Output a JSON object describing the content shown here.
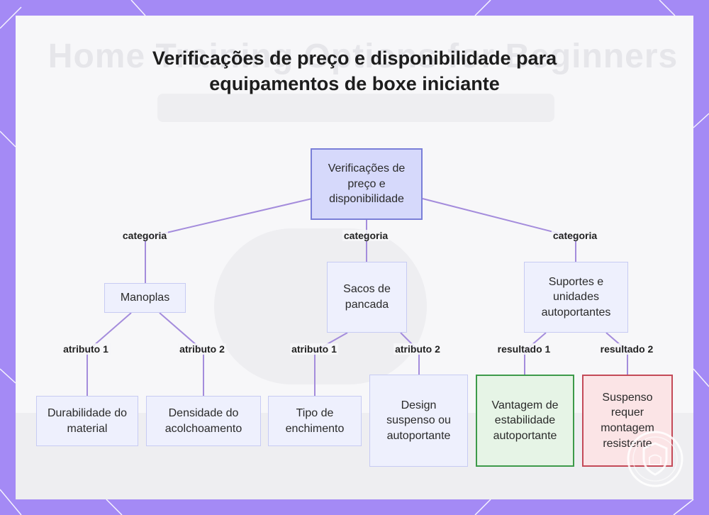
{
  "ghost_text": "Home Training Options for Beginners",
  "title": "Verificações de preço e disponibilidade para equipamentos de boxe iniciante",
  "nodes": {
    "root": "Verificações de preço e disponibilidade",
    "manoplas": "Manoplas",
    "sacos": "Sacos de pancada",
    "suportes": "Suportes e unidades autoportantes",
    "durabilidade": "Durabilidade do material",
    "densidade": "Densidade do acolchoamento",
    "enchimento": "Tipo de enchimento",
    "design": "Design suspenso ou autoportante",
    "vantagem": "Vantagem de estabilidade autoportante",
    "suspenso": "Suspenso requer montagem resistente"
  },
  "edge_labels": {
    "cat1": "categoria",
    "cat2": "categoria",
    "cat3": "categoria",
    "m_a1": "atributo 1",
    "m_a2": "atributo 2",
    "s_a1": "atributo 1",
    "s_a2": "atributo 2",
    "su_r1": "resultado 1",
    "su_r2": "resultado 2"
  },
  "colors": {
    "background": "#a48af5",
    "edge": "#a48cdc",
    "root_fill": "#d6d9fb",
    "positive_border": "#3d9a4a",
    "negative_border": "#c44a58"
  }
}
